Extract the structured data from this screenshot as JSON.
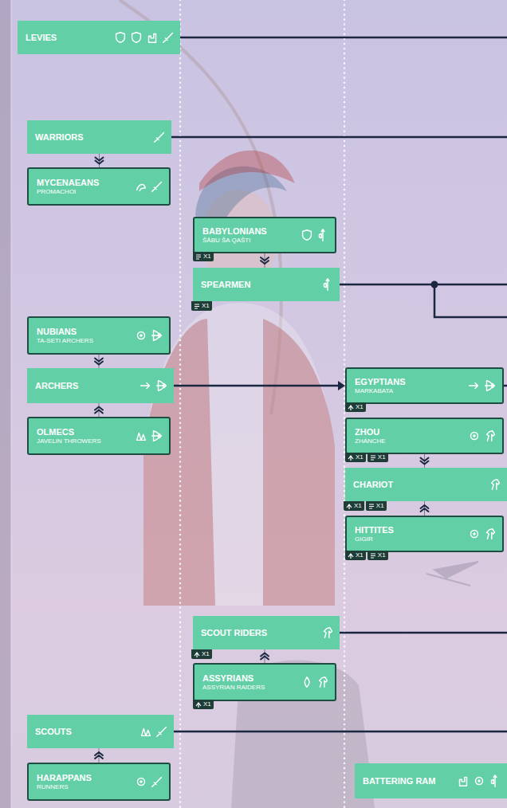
{
  "diagram": {
    "nodes": [
      {
        "text": [
          "LEVIES"
        ]
      },
      {
        "text": [
          "WARRIORS"
        ]
      },
      {
        "text": [
          "MYCENAEANS",
          "PROMACHOI"
        ]
      },
      {
        "text": [
          "BABYLONIANS",
          "ŠĀBU ŠA QAŠTI",
          "X1"
        ]
      },
      {
        "text": [
          "SPEARMEN",
          "X1"
        ]
      },
      {
        "text": [
          "NUBIANS",
          "TA-SETI ARCHERS"
        ]
      },
      {
        "text": [
          "ARCHERS"
        ]
      },
      {
        "text": [
          "OLMECS",
          "JAVELIN THROWERS"
        ]
      },
      {
        "text": [
          "EGYPTIANS",
          "MARKABATA",
          "X1"
        ]
      },
      {
        "text": [
          "ZHOU",
          "ZHÀNCHE",
          "X1",
          "X1"
        ]
      },
      {
        "text": [
          "CHARIOT",
          "X1",
          "X1"
        ]
      },
      {
        "text": [
          "HITTITES",
          "GIGIR",
          "X1",
          "X1"
        ]
      },
      {
        "text": [
          "SCOUT RIDERS",
          "X1"
        ]
      },
      {
        "text": [
          "ASSYRIANS",
          "ASSYRIAN RAIDERS",
          "X1"
        ]
      },
      {
        "text": [
          "SCOUTS"
        ]
      },
      {
        "text": [
          "HARAPPANS",
          "RUNNERS"
        ]
      },
      {
        "text": [
          "BATTERING RAM"
        ]
      }
    ],
    "edges": [
      {
        "from": 1,
        "to": 2,
        "arrow": "to"
      },
      {
        "from": 3,
        "to": 4,
        "arrow": "to"
      },
      {
        "from": 5,
        "to": 6,
        "arrow": "to"
      },
      {
        "from": 7,
        "to": 6,
        "arrow": "to"
      },
      {
        "from": 6,
        "to": 8,
        "arrow": "to"
      },
      {
        "from": 9,
        "to": 10,
        "arrow": "to"
      },
      {
        "from": 11,
        "to": 10,
        "arrow": "to"
      },
      {
        "from": 13,
        "to": 12,
        "arrow": "to"
      },
      {
        "from": 15,
        "to": 14,
        "arrow": "to"
      }
    ]
  }
}
